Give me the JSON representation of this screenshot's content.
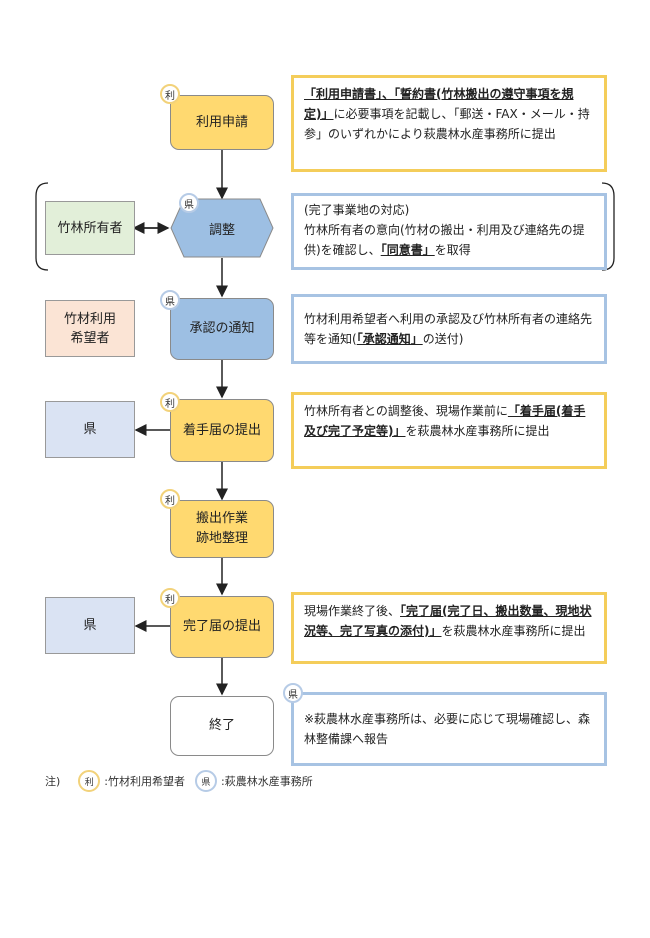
{
  "badges": {
    "ri": "利",
    "ken": "県"
  },
  "steps": {
    "s1": "利用申請",
    "s2": "調整",
    "s3": "承認の通知",
    "s4": "着手届の提出",
    "s5": "搬出作業\n跡地整理",
    "s6": "完了届の提出",
    "s7": "終了"
  },
  "side": {
    "owner": "竹林所有者",
    "applicant": "竹材利用\n希望者",
    "ken1": "県",
    "ken2": "県"
  },
  "notes": {
    "n1": {
      "b1": "「利用申請書」、「誓約書(竹林搬出の遵守事項を規定)」",
      "t1": "に必要事項を記載し、「郵送・FAX・メール・持参」のいずれかにより萩農林水産事務所に提出"
    },
    "n2": {
      "t1": "(完了事業地の対応)",
      "t2": "竹林所有者の意向(竹材の搬出・利用及び連絡先の提供)を確認し、",
      "b1": "「同意書」",
      "t3": "を取得"
    },
    "n3": {
      "t1": "竹材利用希望者へ利用の承認及び竹林所有者の連絡先等を通知(",
      "b1": "「承認通知」",
      "t2": "の送付)"
    },
    "n4": {
      "t1": "竹林所有者との調整後、現場作業前に",
      "b1": "「着手届(着手及び完了予定等)」",
      "t2": "を萩農林水産事務所に提出"
    },
    "n5": {
      "t1": "現場作業終了後、",
      "b1": "「完了届(完了日、搬出数量、現地状況等、完了写真の添付)」",
      "t2": "を萩農林水産事務所に提出"
    },
    "n6": {
      "t1": "※萩農林水産事務所は、必要に応じて現場確認し、森林整備課へ報告"
    }
  },
  "footer": {
    "note_label": "注)",
    "ri_desc": ":竹材利用希望者",
    "ken_desc": ":萩農林水産事務所"
  },
  "colors": {
    "step_yellow": "#ffd970",
    "step_blue": "#9dbfe3",
    "note_yellow": "#f4cd5a",
    "note_blue": "#a7c3e3",
    "owner_green": "#e2efd9",
    "applicant_peach": "#fbe4d5",
    "ken_blue": "#dae3f3"
  }
}
